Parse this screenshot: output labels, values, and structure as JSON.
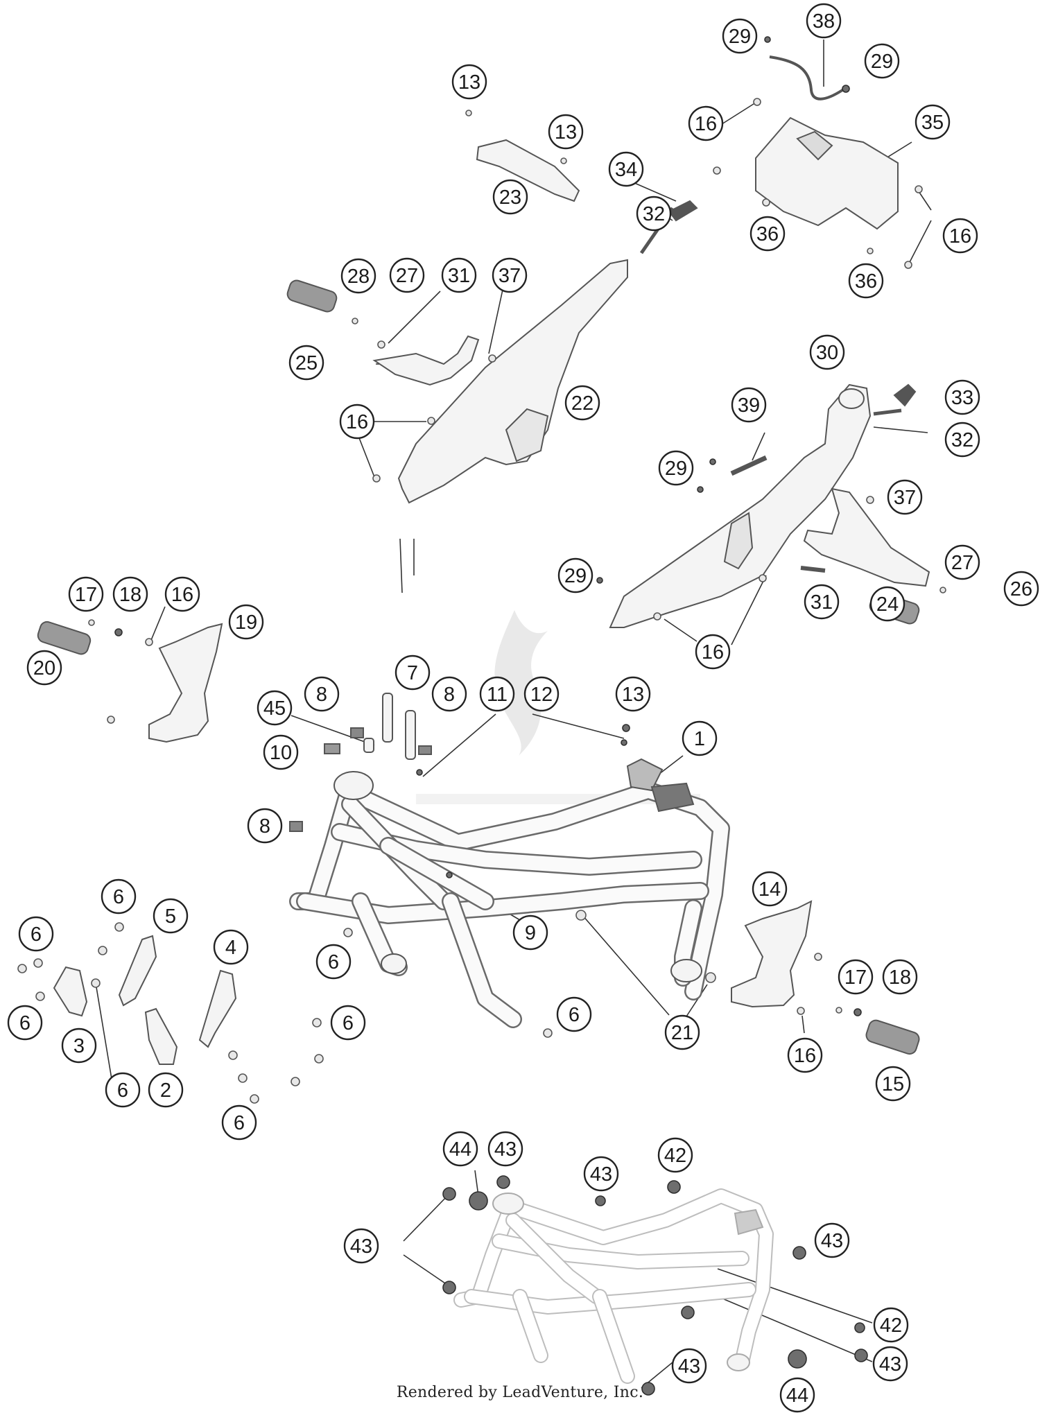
{
  "credit": "Rendered by LeadVenture, Inc.",
  "callouts": [
    {
      "label": "38"
    },
    {
      "label": "29"
    },
    {
      "label": "29"
    },
    {
      "label": "13"
    },
    {
      "label": "16"
    },
    {
      "label": "35"
    },
    {
      "label": "13"
    },
    {
      "label": "34"
    },
    {
      "label": "23"
    },
    {
      "label": "32"
    },
    {
      "label": "36"
    },
    {
      "label": "16"
    },
    {
      "label": "36"
    },
    {
      "label": "28"
    },
    {
      "label": "27"
    },
    {
      "label": "31"
    },
    {
      "label": "37"
    },
    {
      "label": "25"
    },
    {
      "label": "22"
    },
    {
      "label": "16"
    },
    {
      "label": "30"
    },
    {
      "label": "39"
    },
    {
      "label": "33"
    },
    {
      "label": "32"
    },
    {
      "label": "29"
    },
    {
      "label": "37"
    },
    {
      "label": "29"
    },
    {
      "label": "27"
    },
    {
      "label": "26"
    },
    {
      "label": "31"
    },
    {
      "label": "24"
    },
    {
      "label": "16"
    },
    {
      "label": "17"
    },
    {
      "label": "18"
    },
    {
      "label": "16"
    },
    {
      "label": "19"
    },
    {
      "label": "20"
    },
    {
      "label": "7"
    },
    {
      "label": "8"
    },
    {
      "label": "8"
    },
    {
      "label": "11"
    },
    {
      "label": "12"
    },
    {
      "label": "13"
    },
    {
      "label": "45"
    },
    {
      "label": "10"
    },
    {
      "label": "1"
    },
    {
      "label": "8"
    },
    {
      "label": "9"
    },
    {
      "label": "14"
    },
    {
      "label": "6"
    },
    {
      "label": "5"
    },
    {
      "label": "6"
    },
    {
      "label": "4"
    },
    {
      "label": "6"
    },
    {
      "label": "17"
    },
    {
      "label": "18"
    },
    {
      "label": "6"
    },
    {
      "label": "3"
    },
    {
      "label": "6"
    },
    {
      "label": "21"
    },
    {
      "label": "6"
    },
    {
      "label": "16"
    },
    {
      "label": "6"
    },
    {
      "label": "2"
    },
    {
      "label": "15"
    },
    {
      "label": "6"
    },
    {
      "label": "44"
    },
    {
      "label": "43"
    },
    {
      "label": "43"
    },
    {
      "label": "42"
    },
    {
      "label": "43"
    },
    {
      "label": "43"
    },
    {
      "label": "42"
    },
    {
      "label": "43"
    },
    {
      "label": "43"
    },
    {
      "label": "44"
    }
  ]
}
